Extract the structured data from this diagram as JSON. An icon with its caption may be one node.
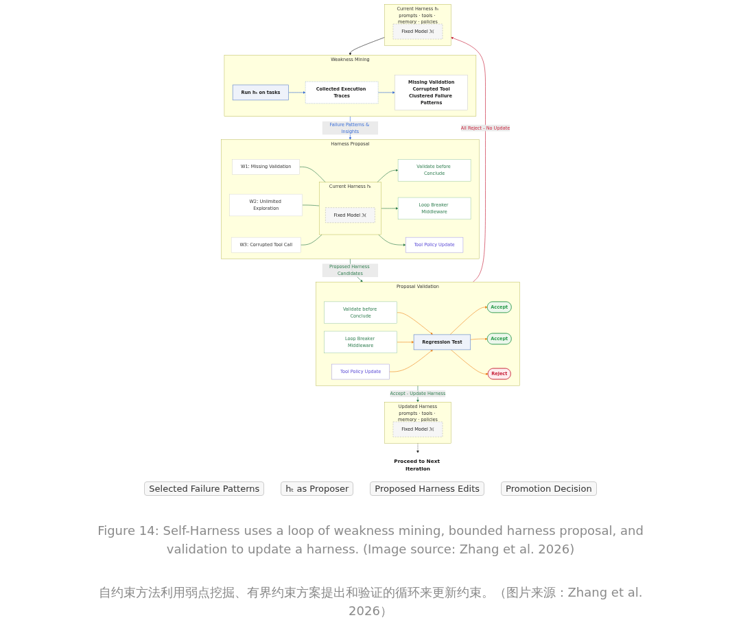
{
  "diagram": {
    "caption": "Figure 14: Self-Harness uses a loop of weakness mining, bounded harness proposal, and validation to update a harness. (Image source: Zhang et al. 2026)",
    "nodes": [
      {
        "text": [
          "Weakness Mining"
        ]
      },
      {
        "text": [
          "Run hₜ on tasks"
        ],
        "in": 0
      },
      {
        "text": [
          "Collected Execution Traces"
        ],
        "in": 0
      },
      {
        "text": [
          "Missing Validation",
          "Corrupted Tool",
          "Clustered Failure Patterns"
        ],
        "in": 0
      },
      {
        "text": [
          "Harness Proposal"
        ]
      },
      {
        "text": [
          "W1: Missing Validation"
        ],
        "in": 4
      },
      {
        "text": [
          "W2: Unlimited Exploration"
        ],
        "in": 4
      },
      {
        "text": [
          "W3: Corrupted Tool Call"
        ],
        "in": 4
      },
      {
        "text": [
          "Current Harness hₜ"
        ],
        "in": 4
      },
      {
        "text": [
          "Fixed Model ℳ"
        ],
        "in": 8
      },
      {
        "text": [
          "Validate before Conclude"
        ],
        "in": 4
      },
      {
        "text": [
          "Loop Breaker Middleware"
        ],
        "in": 4
      },
      {
        "text": [
          "Tool Policy Update"
        ],
        "in": 4
      },
      {
        "text": [
          "Proposal Validation"
        ]
      },
      {
        "text": [
          "Validate before Conclude"
        ],
        "in": 13
      },
      {
        "text": [
          "Loop Breaker Middleware"
        ],
        "in": 13
      },
      {
        "text": [
          "Tool Policy Update"
        ],
        "in": 13
      },
      {
        "text": [
          "Regression Test"
        ],
        "in": 13
      },
      {
        "text": [
          "Accept"
        ],
        "in": 13
      },
      {
        "text": [
          "Accept"
        ],
        "in": 13
      },
      {
        "text": [
          "Reject"
        ],
        "in": 13
      },
      {
        "text": [
          "Current Harness hₜ",
          "prompts · tools · memory · policies"
        ]
      },
      {
        "text": [
          "Fixed Model ℳ"
        ],
        "in": 21
      },
      {
        "text": [
          "Updated Harness",
          "prompts · tools · memory · policies"
        ]
      },
      {
        "text": [
          "Fixed Model ℳ"
        ],
        "in": 23
      },
      {
        "text": [
          "Proceed to Next Iteration"
        ]
      }
    ],
    "edges": [
      {
        "from": 1,
        "to": 2,
        "arrow": "to",
        "color": "#3b6fd8"
      },
      {
        "from": 2,
        "to": 3,
        "arrow": "to",
        "color": "#3b6fd8"
      },
      {
        "from": 5,
        "to": 8,
        "arrow": "none",
        "color": "#2e7d4f"
      },
      {
        "from": 6,
        "to": 8,
        "arrow": "none",
        "color": "#2e7d4f"
      },
      {
        "from": 7,
        "to": 8,
        "arrow": "none",
        "color": "#2e7d4f"
      },
      {
        "from": 8,
        "to": 10,
        "arrow": "to",
        "color": "#2e7d4f"
      },
      {
        "from": 8,
        "to": 11,
        "arrow": "to",
        "color": "#2e7d4f"
      },
      {
        "from": 8,
        "to": 12,
        "arrow": "to",
        "color": "#2e7d4f"
      },
      {
        "from": 14,
        "to": 17,
        "arrow": "to",
        "color": "#f08a24"
      },
      {
        "from": 15,
        "to": 17,
        "arrow": "to",
        "color": "#f08a24"
      },
      {
        "from": 16,
        "to": 17,
        "arrow": "to",
        "color": "#f08a24"
      },
      {
        "from": 17,
        "to": 18,
        "arrow": "to",
        "color": "#f08a24"
      },
      {
        "from": 17,
        "to": 19,
        "arrow": "to",
        "color": "#f08a24"
      },
      {
        "from": 17,
        "to": 20,
        "arrow": "to",
        "color": "#f08a24"
      },
      {
        "from": 21,
        "to": 0,
        "arrow": "to",
        "color": "#222222"
      },
      {
        "from": 0,
        "to": 4,
        "arrow": "to",
        "label": "Failure Patterns & Insights",
        "color": "#3b6fd8"
      },
      {
        "from": 4,
        "to": 13,
        "arrow": "to",
        "label": "Proposed Harness Candidates",
        "color": "#2e7d4f"
      },
      {
        "from": 13,
        "to": 21,
        "arrow": "to",
        "label": "All Reject - No Update",
        "color": "#c8243c"
      },
      {
        "from": 13,
        "to": 23,
        "arrow": "to",
        "label": "Accept - Update Harness",
        "color": "#2e7d4f"
      },
      {
        "from": 23,
        "to": 25,
        "arrow": "to",
        "style": "dashed",
        "color": "#222222"
      }
    ],
    "labels": [
      "Selected Failure Patterns",
      "hₜ as Proposer",
      "Proposed Harness Edits",
      "Promotion Decision",
      "自约束方法利用弱点挖掘、有界约束方案提出和验证的循环来更新约束。（图片来源：Zhang et al. 2026）"
    ]
  }
}
